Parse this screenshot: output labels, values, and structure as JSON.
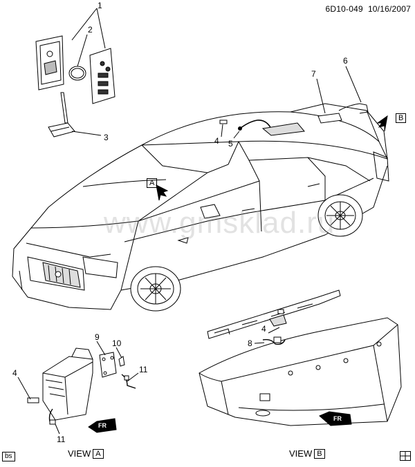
{
  "header": {
    "code": "6D10-049",
    "date": "10/16/2007"
  },
  "watermark": "www.gmsklad.ru",
  "callouts": {
    "c1": "1",
    "c2": "2",
    "c3": "3",
    "c4": "4",
    "c5": "5",
    "c6": "6",
    "c7": "7",
    "c4b": "4",
    "c8": "8",
    "c9": "9",
    "c10": "10",
    "c11a": "11",
    "c4c": "4",
    "c11b": "11"
  },
  "view_markers": {
    "a": "A",
    "b": "B"
  },
  "views": {
    "a": {
      "text": "VIEW",
      "letter": "A"
    },
    "b": {
      "text": "VIEW",
      "letter": "B"
    }
  },
  "arrows": {
    "fr_a": "FR",
    "fr_b": "FR"
  },
  "corner_badge": "bs",
  "colors": {
    "line": "#000000",
    "background": "#ffffff",
    "watermark": "#969696"
  }
}
